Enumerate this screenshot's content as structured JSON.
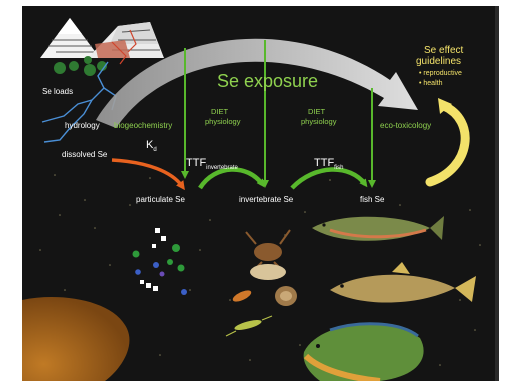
{
  "title": "Se exposure",
  "sources": {
    "se_loads": "Se loads",
    "hydrology": "hydrology",
    "biogeochemistry": "biogeochemistry",
    "dissolved_se": "dissolved Se",
    "kd_main": "K",
    "kd_sub": "d"
  },
  "columns": {
    "diet1_line1": "DIET",
    "diet1_line2": "physiology",
    "diet2_line1": "DIET",
    "diet2_line2": "physiology",
    "ecotox": "eco-toxicology"
  },
  "guidelines": {
    "line1": "Se effect",
    "line2": "guidelines",
    "bullet1": "• reproductive",
    "bullet2": "• health"
  },
  "ttf": {
    "inv_main": "TTF",
    "inv_sub": "invertebrate",
    "fish_main": "TTF",
    "fish_sub": "fish"
  },
  "compartments": {
    "particulate": "particulate Se",
    "invertebrate": "invertebrate Se",
    "fish": "fish Se"
  },
  "colors": {
    "background": "#141414",
    "arrow_green": "#58b82c",
    "label_green": "#8fd14f",
    "guidelines_yellow": "#f3e26a",
    "particulate_orange": "#e8621f",
    "sediment": "#b06a1e",
    "hydrology_blue": "#4a8fd6"
  }
}
